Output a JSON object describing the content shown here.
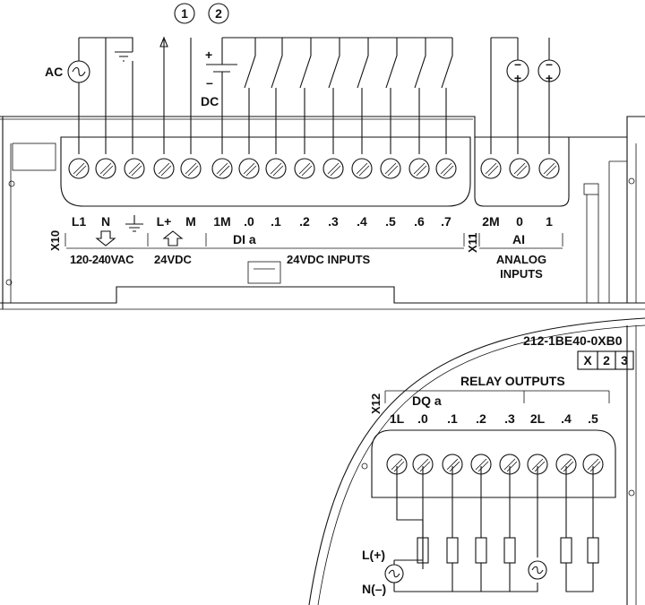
{
  "callouts": [
    "1",
    "2"
  ],
  "supply": {
    "ac": "AC",
    "dc": "DC",
    "plus": "+",
    "minus": "–"
  },
  "top_terminals": {
    "labels": [
      "L1",
      "N",
      "",
      "L+",
      "M",
      "1M",
      ".0",
      ".1",
      ".2",
      ".3",
      ".4",
      ".5",
      ".6",
      ".7"
    ],
    "group_di": "DI a",
    "connector": "X10",
    "power_label": "120-240VAC",
    "sensor_label": "24VDC",
    "inputs_label": "24VDC INPUTS"
  },
  "analog": {
    "labels": [
      "2M",
      "0",
      "1"
    ],
    "group": "AI",
    "connector": "X11",
    "title_line1": "ANALOG",
    "title_line2": "INPUTS"
  },
  "model": {
    "number": "212-1BE40-0XB0",
    "version_cells": [
      "X",
      "2",
      "3"
    ]
  },
  "relay": {
    "title": "RELAY OUTPUTS",
    "group": "DQ a",
    "connector": "X12",
    "labels": [
      "1L",
      ".0",
      ".1",
      ".2",
      ".3",
      "2L",
      ".4",
      ".5"
    ]
  },
  "load_supply": {
    "l_plus": "L(+)",
    "n_minus": "N(–)"
  }
}
